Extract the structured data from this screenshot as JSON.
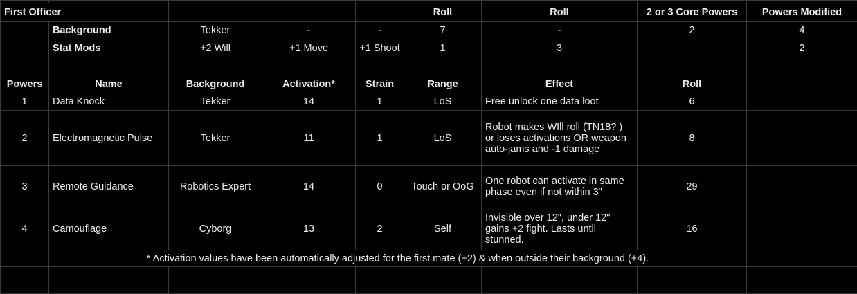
{
  "officer": {
    "title": "First Officer",
    "header": {
      "roll1": "Roll",
      "roll2": "Roll",
      "core": "2 or 3 Core Powers",
      "modified": "Powers Modified"
    },
    "background": {
      "label": "Background",
      "c1": "Tekker",
      "c2": "-",
      "c3": "-",
      "roll1": "7",
      "roll2": "-",
      "core": "2",
      "modified": "4"
    },
    "stat_mods": {
      "label": "Stat Mods",
      "c1": "+2 Will",
      "c2": "+1 Move",
      "c3": "+1 Shoot",
      "roll1": "1",
      "roll2": "3",
      "modified": "2"
    }
  },
  "powers": {
    "headers": [
      "Powers",
      "Name",
      "Background",
      "Activation*",
      "Strain",
      "Range",
      "Effect",
      "Roll"
    ],
    "rows": [
      {
        "num": "1",
        "name": "Data Knock",
        "background": "Tekker",
        "activation": "14",
        "strain": "1",
        "range": "LoS",
        "effect": "Free unlock one data loot",
        "roll": "6"
      },
      {
        "num": "2",
        "name": "Electromagnetic Pulse",
        "background": "Tekker",
        "activation": "11",
        "strain": "1",
        "range": "LoS",
        "effect": "Robot makes WIll roll (TN18? ) or loses activations OR weapon auto-jams and -1 damage",
        "roll": "8"
      },
      {
        "num": "3",
        "name": "Remote Guidance",
        "background": "Robotics Expert",
        "activation": "14",
        "strain": "0",
        "range": "Touch or OoG",
        "effect": "One robot can activate in same phase even if not within 3\"",
        "roll": "29"
      },
      {
        "num": "4",
        "name": "Camouflage",
        "background": "Cyborg",
        "activation": "13",
        "strain": "2",
        "range": "Self",
        "effect": "Invisible over 12\", under 12\" gains +2 fight. Lasts until stunned.",
        "roll": "16"
      }
    ],
    "footnote": "* Activation values have been automatically adjusted for the first mate (+2) & when outside their background (+4)."
  }
}
